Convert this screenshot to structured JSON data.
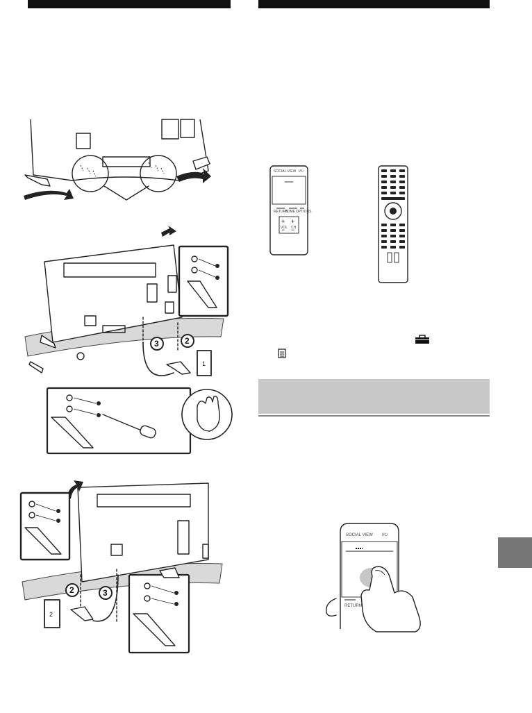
{
  "remote_touch": {
    "social_view": "SOCIAL VIEW",
    "power": "I/⏻",
    "return": "RETURN",
    "home": "HOME",
    "options": "OPTIONS",
    "volume": "VOL",
    "channel": "CH"
  },
  "steps": {
    "two": "2",
    "three": "3",
    "screw_one": "1",
    "screw_two": "2"
  },
  "colors": {
    "heading_bar": "#111111",
    "section_band": "#c8c8c8",
    "side_tab": "#777777",
    "stand_base": "#d9d9d9"
  }
}
